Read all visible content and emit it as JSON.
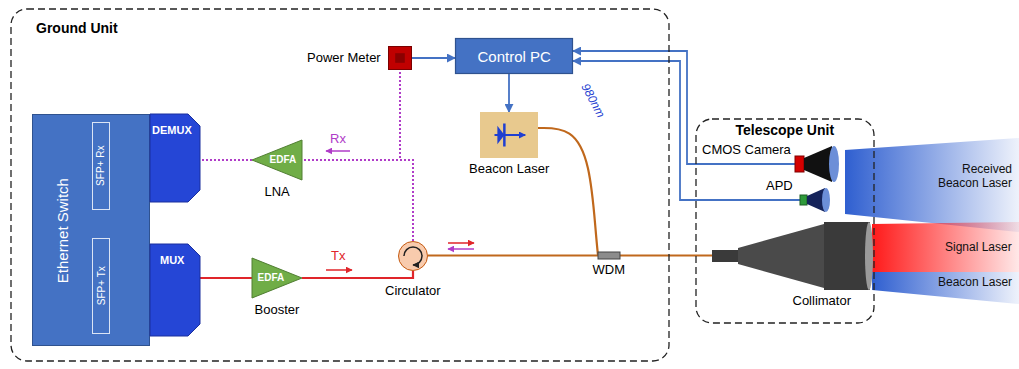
{
  "diagram": {
    "nodes": [
      {
        "text": [
          "Ground Unit"
        ]
      },
      {
        "text": [
          "Ethernet Switch"
        ],
        "in": 0
      },
      {
        "text": [
          "SFP+ Rx"
        ],
        "in": 1
      },
      {
        "text": [
          "SFP+ Tx"
        ],
        "in": 1
      },
      {
        "text": [
          "DEMUX"
        ],
        "in": 0
      },
      {
        "text": [
          "MUX"
        ],
        "in": 0
      },
      {
        "text": [
          "Power Meter"
        ],
        "in": 0
      },
      {
        "text": [
          "Control PC"
        ],
        "in": 0
      },
      {
        "text": [
          "Beacon Laser"
        ],
        "in": 0
      },
      {
        "text": [
          "EDFA",
          "LNA"
        ],
        "in": 0
      },
      {
        "text": [
          "Circulator"
        ],
        "in": 0
      },
      {
        "text": [
          "EDFA",
          "Booster"
        ],
        "in": 0
      },
      {
        "text": [
          "WDM"
        ],
        "in": 0
      },
      {
        "text": [
          "Telescope Unit"
        ]
      },
      {
        "text": [
          "CMOS Camera"
        ],
        "in": 13
      },
      {
        "text": [
          "APD"
        ],
        "in": 13
      },
      {
        "text": [
          "Collimator"
        ],
        "in": 13
      }
    ],
    "edges": [
      {
        "from": 6,
        "to": 7,
        "arrow": "to"
      },
      {
        "from": 7,
        "to": 8,
        "arrow": "to"
      },
      {
        "from": 14,
        "to": 7,
        "arrow": "to"
      },
      {
        "from": 15,
        "to": 7,
        "arrow": "to"
      },
      {
        "from": 8,
        "to": 12,
        "arrow": "none"
      },
      {
        "from": 12,
        "to": 16,
        "arrow": "none"
      },
      {
        "from": 10,
        "to": 12,
        "arrow": "none"
      },
      {
        "from": 5,
        "to": 11,
        "arrow": "none"
      },
      {
        "from": 11,
        "to": 10,
        "label": "Tx",
        "arrow": "none"
      },
      {
        "from": 10,
        "to": 9,
        "label": "Rx",
        "arrow": "none"
      },
      {
        "from": 10,
        "to": 6,
        "arrow": "none"
      },
      {
        "from": 9,
        "to": 4,
        "arrow": "none"
      },
      {
        "from": 4,
        "to": 2,
        "arrow": "none"
      },
      {
        "from": 3,
        "to": 5,
        "arrow": "none"
      }
    ],
    "labels": [
      "980nm",
      "Received Beacon Laser",
      "Signal Laser",
      "Beacon Laser"
    ]
  }
}
